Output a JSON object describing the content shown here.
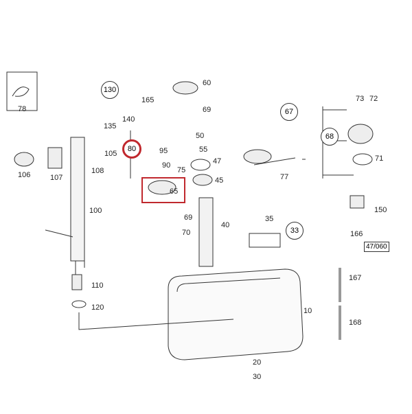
{
  "labels": {
    "p78": "78",
    "p130": "130",
    "p165": "165",
    "p140": "140",
    "p135": "135",
    "p60": "60",
    "p69a": "69",
    "p50": "50",
    "p55": "55",
    "p47": "47",
    "p45": "45",
    "p67": "67",
    "p73": "73",
    "p72": "72",
    "p68": "68",
    "p71": "71",
    "p106": "106",
    "p107": "107",
    "p105": "105",
    "p108": "108",
    "p80": "80",
    "p95": "95",
    "p90": "90",
    "p75": "75",
    "p65": "65",
    "p100": "100",
    "p69b": "69",
    "p70": "70",
    "p40": "40",
    "p35": "35",
    "p33": "33",
    "p77": "77",
    "p150": "150",
    "p166": "166",
    "ref": "47/060",
    "p167": "167",
    "p110": "110",
    "p120": "120",
    "p10": "10",
    "p168": "168",
    "p20": "20",
    "p30": "30"
  },
  "colors": {
    "highlight": "#c0282d"
  }
}
